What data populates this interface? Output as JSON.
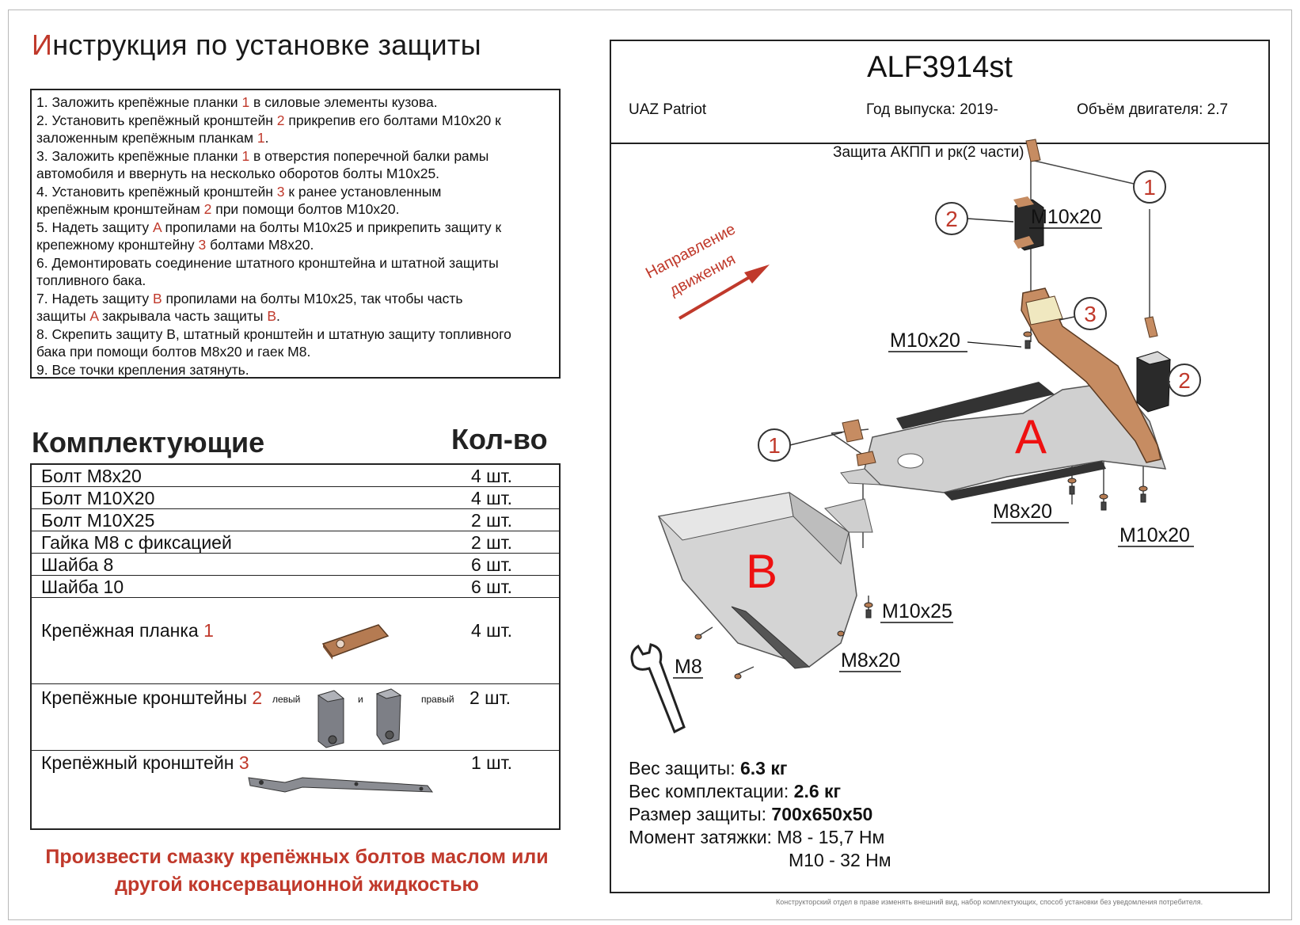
{
  "title": {
    "first_letter": "И",
    "rest": "нструкция по установке защиты"
  },
  "instructions": [
    [
      "1.  Заложить крепёжные планки ",
      "1",
      " в силовые элементы кузова."
    ],
    [
      "2.  Установить крепёжный кронштейн ",
      "2",
      " прикрепив его болтами M10x20 к"
    ],
    [
      "заложенным крепёжным планкам ",
      "1",
      "."
    ],
    [
      "3.  Заложить крепёжные планки ",
      "1",
      " в отверстия поперечной балки рамы"
    ],
    [
      "автомобиля и ввернуть на несколько оборотов болты M10x25.",
      "",
      ""
    ],
    [
      "4.  Установить крепёжный кронштейн ",
      "3",
      " к ранее установленным"
    ],
    [
      "крепёжным кронштейнам ",
      "2",
      " при помощи болтов M10x20."
    ],
    [
      "5.  Надеть защиту ",
      "A",
      " пропилами на болты M10x25 и прикрепить защиту к"
    ],
    [
      "крепежному кронштейну ",
      "3",
      " болтами M8x20."
    ],
    [
      "6.  Демонтировать соединение штатного кронштейна и штатной защиты",
      "",
      ""
    ],
    [
      "топливного бака.",
      "",
      ""
    ],
    [
      "7.  Надеть защиту ",
      "B",
      " пропилами на болты M10x25, так чтобы часть"
    ],
    [
      "защиты ",
      "A",
      " закрывала часть защиты "
    ],
    [
      "8.  Скрепить защиту B, штатный кронштейн и штатную защиту топливного",
      "",
      ""
    ],
    [
      "бака при помощи болтов M8x20 и гаек M8.",
      "",
      ""
    ],
    [
      "9.  Все точки крепления затянуть.",
      "",
      ""
    ]
  ],
  "instr_line13_tail": {
    "red": "B",
    "after": "."
  },
  "components_heading": "Комплектующие",
  "quantity_heading": "Кол-во",
  "parts": [
    {
      "name": "Болт M8x20",
      "num": "",
      "qty": "4 шт."
    },
    {
      "name": "Болт M10X20",
      "num": "",
      "qty": "4 шт."
    },
    {
      "name": "Болт M10X25",
      "num": "",
      "qty": "2 шт."
    },
    {
      "name": "Гайка M8 с фиксацией",
      "num": "",
      "qty": "2 шт."
    },
    {
      "name": "Шайба 8",
      "num": "",
      "qty": "6 шт."
    },
    {
      "name": "Шайба 10",
      "num": "",
      "qty": "6 шт."
    },
    {
      "name": "Крепёжная планка ",
      "num": "1",
      "qty": "4 шт."
    },
    {
      "name": "Крепёжные кронштейны ",
      "num": "2",
      "qty": "2 шт.",
      "left": "левый",
      "and": "и",
      "right": "правый"
    },
    {
      "name": "Крепёжный кронштейн ",
      "num": "3",
      "qty": "1 шт."
    }
  ],
  "note": "Произвести смазку крепёжных болтов маслом или другой консервационной жидкостью",
  "product": {
    "code": "ALF3914st",
    "model": "UAZ Patriot",
    "year": "Год выпуска: 2019-",
    "engine": "Объём двигателя: 2.7",
    "subtitle": "Защита АКПП и рк(2 части)"
  },
  "diagram": {
    "direction_label_1": "Направление",
    "direction_label_2": "движения",
    "part_a": "A",
    "part_b": "B",
    "callouts": [
      "1",
      "2",
      "3",
      "2",
      "1"
    ],
    "labels": {
      "m10x20_top": "M10x20",
      "m10x20_left": "M10x20",
      "m8x20_mid": "M8x20",
      "m10x20_right": "M10x20",
      "m10x25": "M10x25",
      "m8x20_bottom": "M8x20",
      "m8": "M8"
    }
  },
  "stats": {
    "weight_label": "Вес защиты: ",
    "weight_value": "6.3 кг",
    "kit_label": "Вес комплектации: ",
    "kit_value": "2.6 кг",
    "size_label": "Размер защиты: ",
    "size_value": "700x650x50",
    "torque_label": "Момент затяжки:  M8 - 15,7 Нм",
    "torque_m10": "M10 - 32 Нм"
  },
  "footer_note": "Конструкторский отдел в праве изменять внешний вид, набор комплектующих, способ установки без уведомления потребителя.",
  "colors": {
    "accent": "#c0392b",
    "bracket": "#b57b52",
    "plate": "#cfcfcf"
  }
}
